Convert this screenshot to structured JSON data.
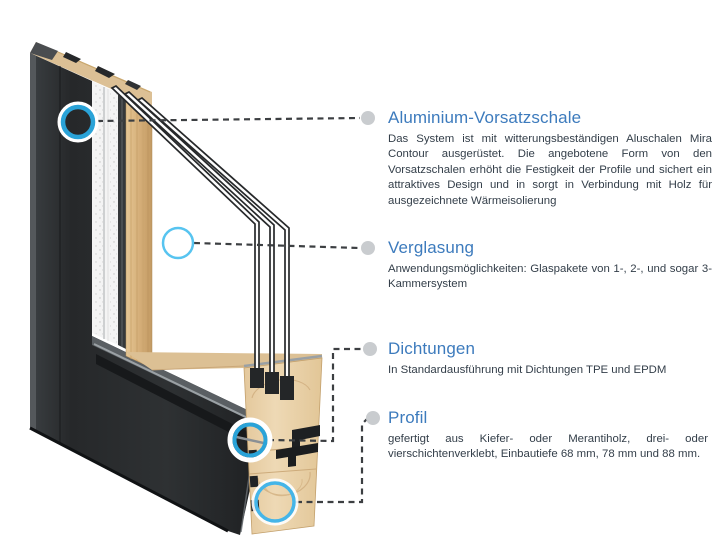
{
  "callouts": [
    {
      "id": "aluminium",
      "title": "Aluminium-Vorsatzschale",
      "body": "Das System ist mit witterungsbeständigen Aluschalen Mira Contour ausgerüstet. Die angebotene Form von den Vorsatzschalen erhöht die Festigkeit der Profile und sichert ein attraktives Design und in sorgt in Verbindung mit Holz für ausgezeichnete Wärmeisolierung"
    },
    {
      "id": "verglasung",
      "title": "Verglasung",
      "body": "Anwendungsmöglichkeiten: Glaspakete von 1-, 2-, und sogar 3-Kammersystem"
    },
    {
      "id": "dichtungen",
      "title": "Dichtungen",
      "body": "In Standardausführung mit Dichtungen TPE und EPDM"
    },
    {
      "id": "profil",
      "title": "Profil",
      "body": "gefertigt aus Kiefer- oder Merantiholz, drei- oder vierschichtenverklebt, Einbautiefe 68 mm, 78 mm und 88 mm."
    }
  ],
  "colors": {
    "heading_blue": "#3d7bbd",
    "body_text": "#333e49",
    "marker_blue": "#29a8dd",
    "marker_blue_light": "#57c4f0",
    "bullet_gray": "#c9cccf",
    "leader_dash": "#3c3f42",
    "frame_dark": "#2d3032",
    "wood": "#d9b988",
    "wood_end_grain": "#ead3ad"
  },
  "illustration": {
    "subject": "wood-aluminium window corner cross-section",
    "marker_count": 4
  }
}
